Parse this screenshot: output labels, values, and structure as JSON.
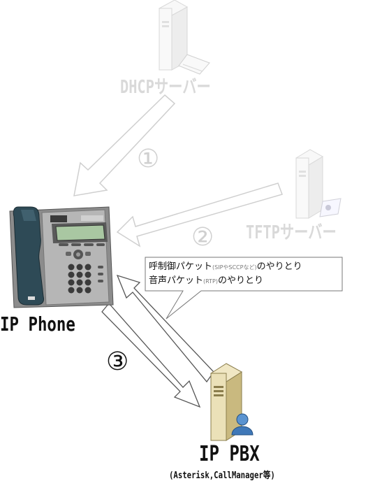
{
  "servers": {
    "dhcp": {
      "label": "DHCPサーバー"
    },
    "tftp": {
      "label": "TFTPサーバー"
    },
    "pbx": {
      "label": "IP PBX",
      "sub_label": "(Asterisk,CallManager等)"
    }
  },
  "phone": {
    "label": "IP Phone"
  },
  "steps": {
    "one": "①",
    "two": "②",
    "three": "③"
  },
  "callout": {
    "line1_main": "呼制御パケット",
    "line1_small": "(SIPやSCCPなど)",
    "line1_tail": "のやりとり",
    "line2_main": "音声パケット",
    "line2_small": "(RTP)",
    "line2_tail": "のやりとり"
  },
  "colors": {
    "faded_server": "#e6e6e6",
    "faded_arrow": "#cfcfcf",
    "phone_body": "#8e8e8e",
    "handset": "#2e4a56",
    "pbx_body": "#e8dcae",
    "pbx_user": "#3f78b8"
  }
}
